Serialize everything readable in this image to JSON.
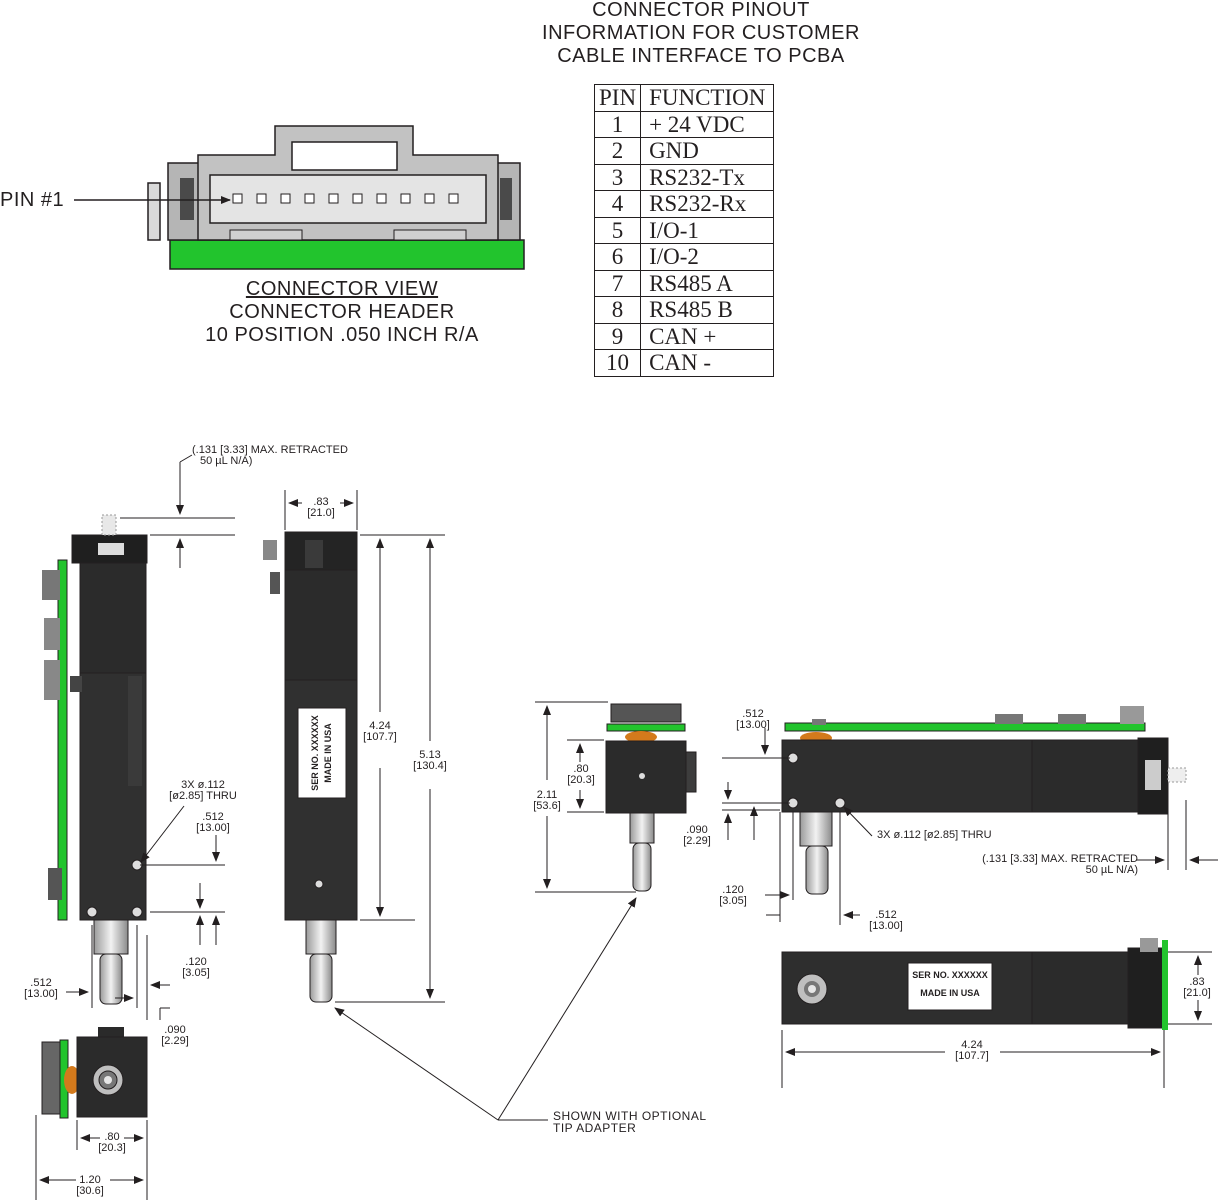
{
  "pinout": {
    "title_lines": [
      "CONNECTOR PINOUT",
      "INFORMATION FOR CUSTOMER",
      "CABLE INTERFACE TO PCBA"
    ],
    "header_pin": "PIN",
    "header_function": "FUNCTION",
    "rows": [
      {
        "pin": "1",
        "function": "+ 24 VDC"
      },
      {
        "pin": "2",
        "function": "GND"
      },
      {
        "pin": "3",
        "function": "RS232-Tx"
      },
      {
        "pin": "4",
        "function": "RS232-Rx"
      },
      {
        "pin": "5",
        "function": "I/O-1"
      },
      {
        "pin": "6",
        "function": "I/O-2"
      },
      {
        "pin": "7",
        "function": "RS485 A"
      },
      {
        "pin": "8",
        "function": "RS485 B"
      },
      {
        "pin": "9",
        "function": "CAN +"
      },
      {
        "pin": "10",
        "function": "CAN -"
      }
    ]
  },
  "connector_view": {
    "pin_label": "PIN #1",
    "title": "CONNECTOR VIEW",
    "line2": "CONNECTOR HEADER",
    "line3": "10 POSITION .050 INCH R/A"
  },
  "labels": {
    "ser_no": "SER NO. XXXXXX",
    "made_in": "MADE IN USA",
    "shown_with_1": "SHOWN WITH OPTIONAL",
    "shown_with_2": "TIP ADAPTER"
  },
  "dimensions": {
    "retracted_1": ".131 [3.33] MAX. RETRACTED",
    "retracted_2": "50 µL N/A)",
    "retracted_b1": "(.131 [3.33] MAX. RETRACTED",
    "retracted_b2": "50 µL N/A)",
    "retracted_open": "(",
    "width_83": ".83",
    "width_83_mm": "[21.0]",
    "len_424": "4.24",
    "len_424_mm": "[107.7]",
    "len_513": "5.13",
    "len_513_mm": "[130.4]",
    "holes_1": "3X ø.112",
    "holes_2": "[ø2.85] THRU",
    "holes_right": "3X ø.112 [ø2.85] THRU",
    "d512": ".512",
    "d512_mm": "[13.00]",
    "d120": ".120",
    "d120_mm": "[3.05]",
    "d090": ".090",
    "d090_mm": "[2.29]",
    "d80": ".80",
    "d80_mm": "[20.3]",
    "d120w": "1.20",
    "d120w_mm": "[30.6]",
    "d211": "2.11",
    "d211_mm": "[53.6]"
  },
  "colors": {
    "pcb_green": "#22c42d",
    "body_dark": "#2b2b2b",
    "outline": "#231f20"
  }
}
